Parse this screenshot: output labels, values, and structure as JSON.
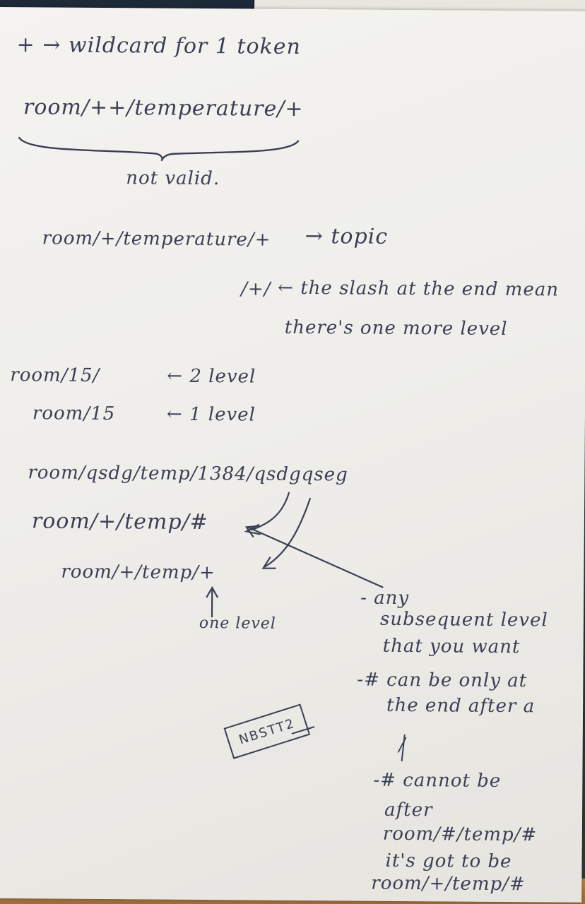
{
  "notes": {
    "line1": "+ → wildcard for 1 token",
    "line2": "room/++/temperature/+",
    "not_valid": "not valid.",
    "topic_example": "room/+/temperature/+",
    "topic_arrow": "→ topic",
    "slash_example": "/+/",
    "slash_note": "← the slash at the end mean",
    "slash_note_2": "there's one more level",
    "level2_example": "room/15/",
    "level2_note": "← 2 level",
    "level1_example": "room/15",
    "level1_note": "← 1 level",
    "long_topic": "room/qsdg/temp/1384/qsdgqseg",
    "hash_topic": "room/+/temp/#",
    "plus_topic": "room/+/temp/+",
    "one_level": "one level",
    "note_any": "- any",
    "note_subsequent": "subsequent level",
    "note_want": "that you want",
    "note_hash_end": "-# can be only at",
    "note_hash_end_2": "the end after a",
    "note_hash_end_3": "/",
    "note_cannot": "-# cannot be",
    "note_after": "after",
    "bad_example": "room/#/temp/#",
    "note_got": "it's got to be",
    "good_example": "room/+/temp/#",
    "stamp": "NBSTT2"
  },
  "colors": {
    "ink": "#3a3f55",
    "paper": "#f1f0ec",
    "desk": "#b9844f"
  }
}
